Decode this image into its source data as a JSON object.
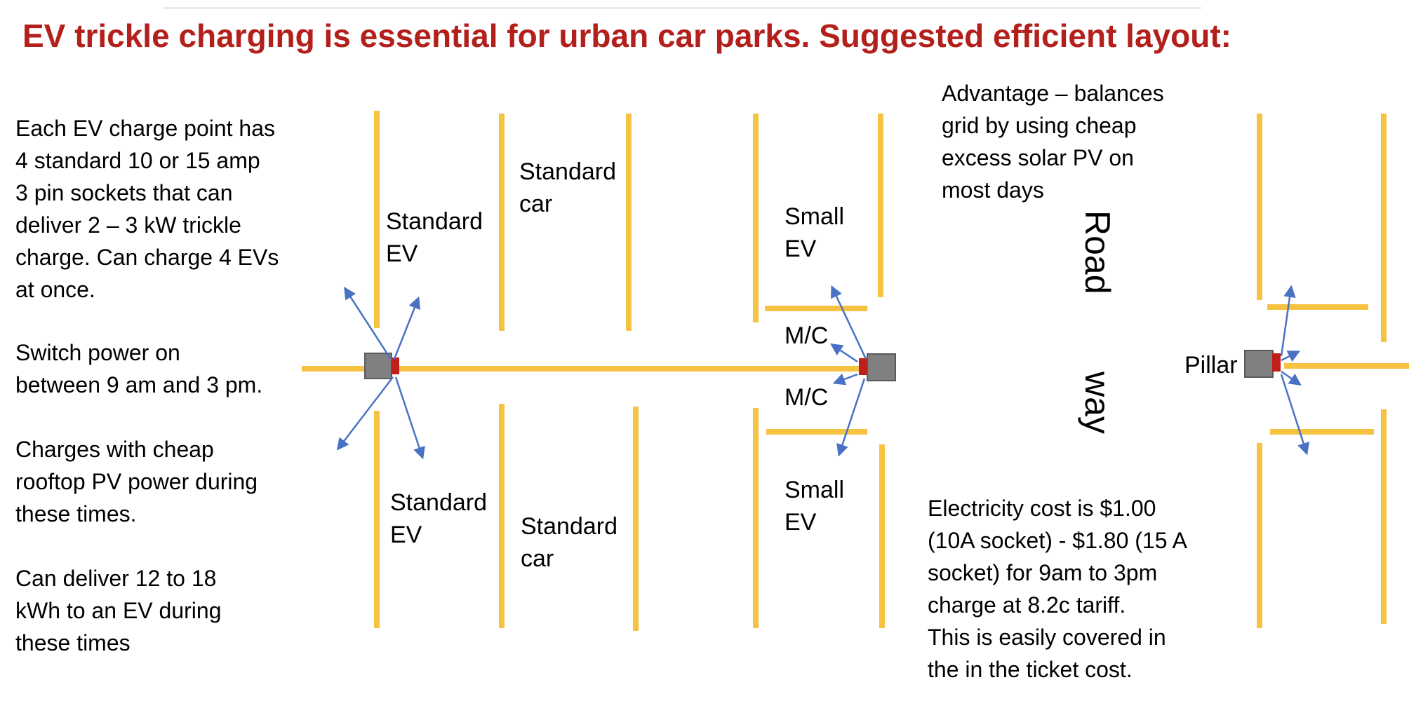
{
  "title": "EV trickle charging is essential for urban car parks. Suggested efficient layout:",
  "left_text": {
    "p1": "Each EV charge point has\n4 standard 10 or 15 amp\n3 pin sockets that can\ndeliver 2 – 3 kW trickle\ncharge. Can charge 4 EVs\nat once.",
    "p2": "Switch power on\nbetween 9 am and 3 pm.",
    "p3": "Charges with cheap\nrooftop PV power during\nthese times.",
    "p4": "Can deliver 12 to 18\nkWh to an EV during\nthese times"
  },
  "advantage_text": "Advantage – balances\ngrid by using cheap\nexcess solar PV  on\nmost days",
  "cost_text": "Electricity cost is $1.00\n(10A socket) - $1.80 (15 A\nsocket) for 9am to 3pm\ncharge at 8.2c tariff.\nThis is easily covered in\nthe in the ticket cost.",
  "bays": {
    "standard_ev_top": "Standard\nEV",
    "standard_car_top": "Standard\ncar",
    "small_ev_top": "Small\nEV",
    "mc_top": "M/C",
    "mc_bottom": "M/C",
    "standard_ev_bottom": "Standard\nEV",
    "standard_car_bottom": "Standard\ncar",
    "small_ev_bottom": "Small\nEV"
  },
  "road_word_1": "Road",
  "road_word_2": "way",
  "pillar_label": "Pillar",
  "colors": {
    "line": "#f5c242",
    "arrow": "#4a72c4",
    "box": "#808080",
    "socket": "#c0201c",
    "title": "#b3201c"
  }
}
